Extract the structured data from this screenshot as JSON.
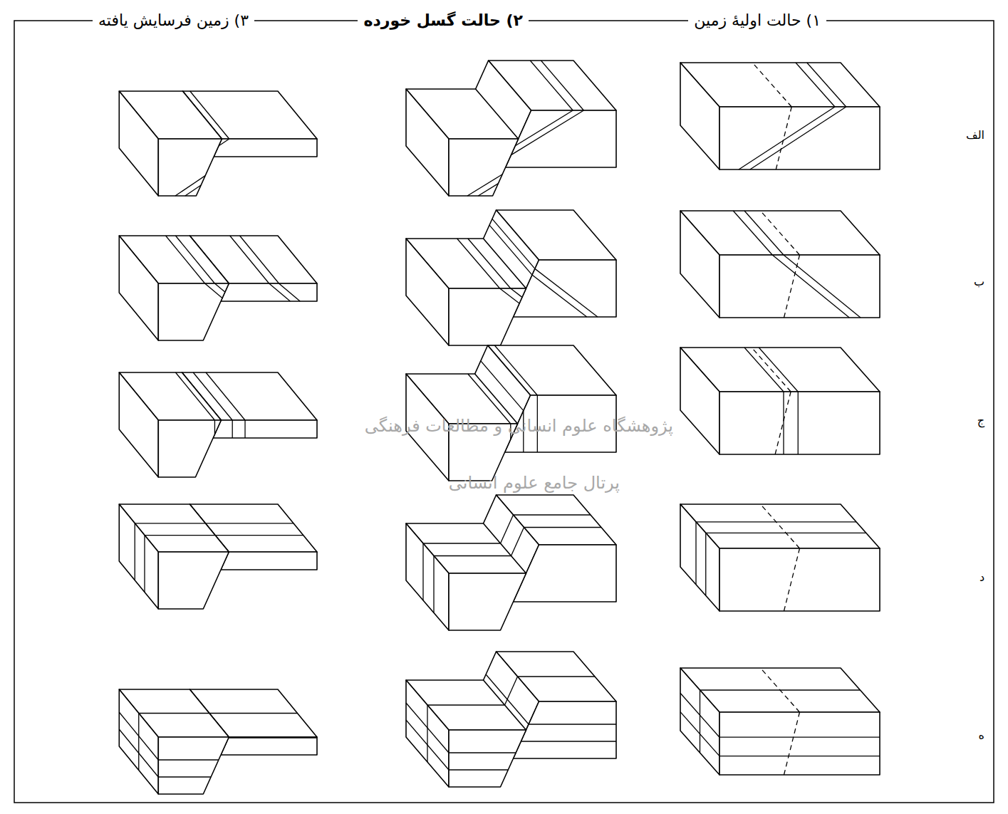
{
  "diagram": {
    "labels": [
      "۱) حالت اولیهٔ زمین",
      "۲) حالت گسل خورده",
      "۳) زمین فرسایش یافته",
      "الف",
      "ب",
      "ج",
      "د",
      "ه",
      "پژوهشگاه علوم انسانی و مطالعات فرهنگی",
      "پرتال جامع علوم انسانی"
    ]
  }
}
